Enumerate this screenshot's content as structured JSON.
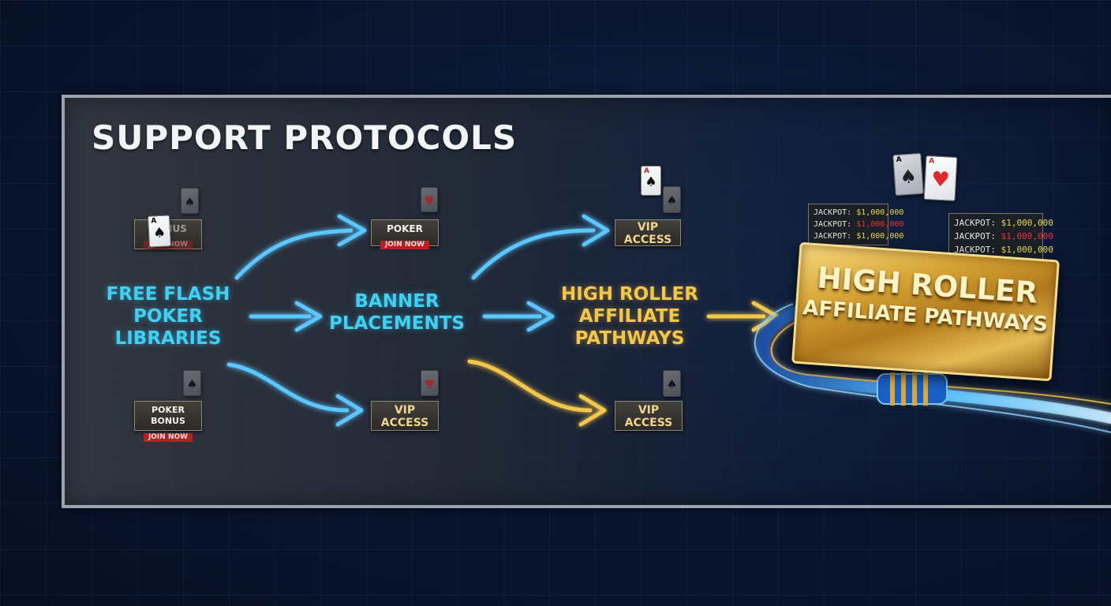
{
  "title": "SUPPORT PROTOCOLS",
  "nodes": {
    "source": "FREE FLASH\nPOKER\nLIBRARIES",
    "middle": "BANNER\nPLACEMENTS",
    "affiliate": "HIGH ROLLER\nAFFILIATE\nPATHWAYS"
  },
  "banners": {
    "b1": {
      "line1": "BONUS",
      "line2": "JOIN NOW"
    },
    "b2": {
      "line1": "POKER",
      "line2": "JOIN NOW"
    },
    "b3": {
      "line1": "VIP",
      "line2": "ACCESS"
    },
    "b4": {
      "line1": "POKER BONUS",
      "line2": "JOIN NOW"
    },
    "b5": {
      "line1": "VIP",
      "line2": "ACCESS"
    },
    "b6": {
      "line1": "VIP",
      "line2": "ACCESS"
    }
  },
  "cards": {
    "ace": "A",
    "spade": "♠",
    "heart": "♥"
  },
  "jackpots": {
    "left": [
      {
        "label": "JACKPOT:",
        "amount": "$1,000,000",
        "color": "#e8d94a"
      },
      {
        "label": "JACKPOT:",
        "amount": "$1,000,000",
        "color": "#e2353a"
      },
      {
        "label": "JACKPOT:",
        "amount": "$1,000,000",
        "color": "#e8d94a"
      }
    ],
    "right": [
      {
        "label": "JACKPOT:",
        "amount": "$1,000,000",
        "color": "#e8d94a"
      },
      {
        "label": "JACKPOT:",
        "amount": "$1,000,000",
        "color": "#e2353a"
      },
      {
        "label": "JACKPOT:",
        "amount": "$1,000,000",
        "color": "#e8d94a"
      }
    ]
  },
  "plaque": {
    "line1": "HIGH ROLLER",
    "line2": "AFFILIATE PATHWAYS"
  },
  "colors": {
    "cyan": "#3fd0f2",
    "blue_arrow": "#3aa6ff",
    "gold": "#f3c84a",
    "join_red": "#b81e22"
  }
}
